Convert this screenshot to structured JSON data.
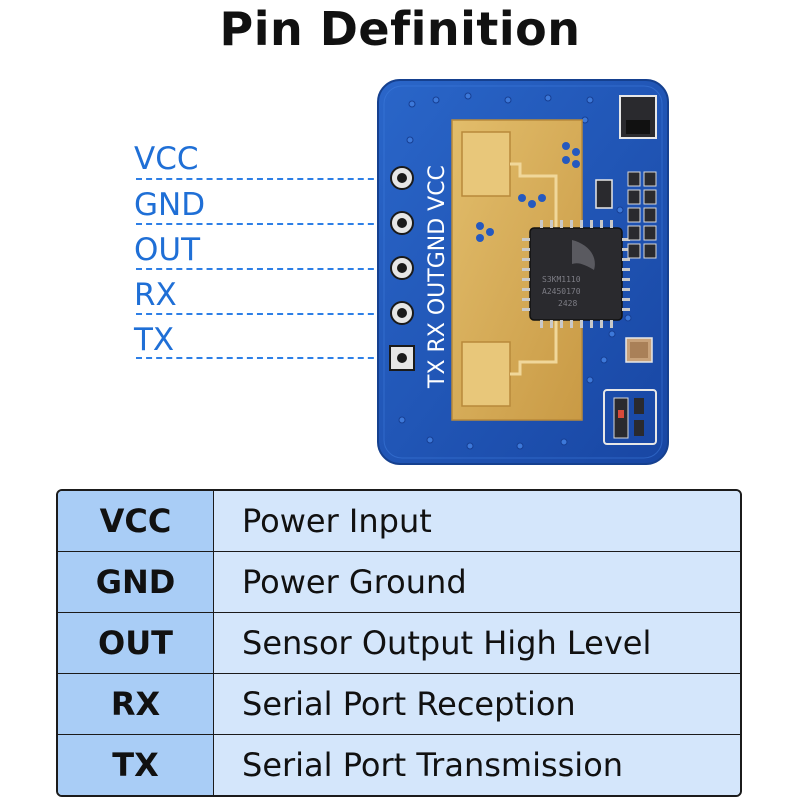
{
  "title": "Pin Definition",
  "pin_labels": [
    "VCC",
    "GND",
    "OUT",
    "RX",
    "TX"
  ],
  "silkscreen": {
    "vertical_text": "TX RX OUTGND VCC",
    "chip_marking": [
      "S3KM1110",
      "A2450170",
      "2428"
    ]
  },
  "table": {
    "rows": [
      {
        "pin": "VCC",
        "description": "Power Input"
      },
      {
        "pin": "GND",
        "description": "Power Ground"
      },
      {
        "pin": "OUT",
        "description": "Sensor Output High Level"
      },
      {
        "pin": "RX",
        "description": "Serial Port Reception"
      },
      {
        "pin": "TX",
        "description": "Serial Port Transmission"
      }
    ]
  },
  "colors": {
    "label_blue": "#1f6fd6",
    "board_blue": "#1f55b8",
    "gold_pad": "#d9b15c",
    "table_pin_bg": "#a9cdf6",
    "table_desc_bg": "#d4e6fb"
  }
}
